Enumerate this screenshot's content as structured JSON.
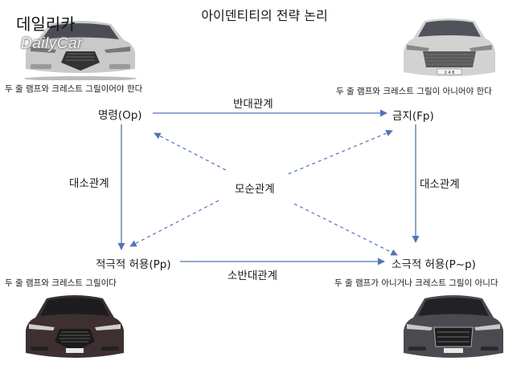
{
  "title": "아이덴티티의 전략 논리",
  "watermark": {
    "korean": "데일리카",
    "english": "DailyCar"
  },
  "nodes": {
    "top_left": "명령(Op)",
    "top_right": "금지(Fp)",
    "bottom_left": "적극적 허용(Pp)",
    "bottom_right": "소극적 허용(P~p)"
  },
  "relations": {
    "top": "반대관계",
    "bottom": "소반대관계",
    "left": "대소관계",
    "right": "대소관계",
    "center": "모순관계"
  },
  "captions": {
    "top_left": "두 줄 램프와 크레스트 그릴이어야 한다",
    "top_right": "두 줄 램프와 크레스트 그릴이 아니어야 한다",
    "bottom_left": "두 줄 램프와 크레스트 그릴이다",
    "bottom_right": "두 줄 램프가 아니거나 크레스트 그릴이 아니다"
  },
  "plate": "2 4 8",
  "colors": {
    "arrow": "#4f74b3",
    "text": "#1a1a1a"
  }
}
